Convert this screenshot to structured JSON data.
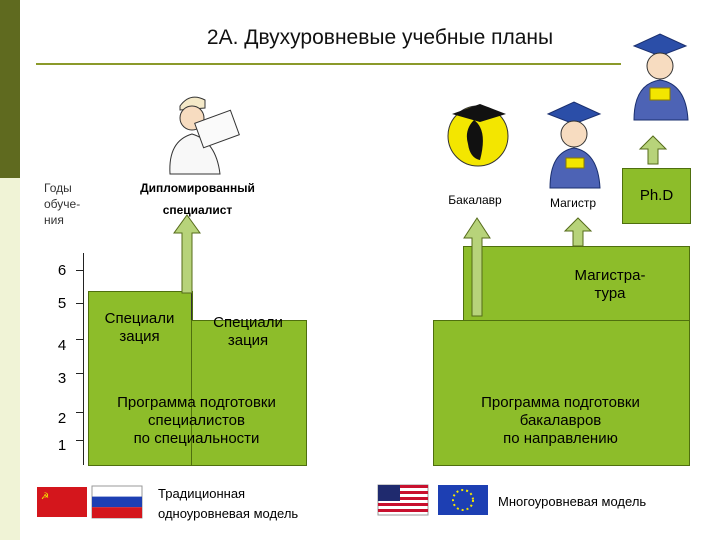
{
  "title": "2А. Двухуровневые учебные планы",
  "years_label_lines": [
    "Годы",
    "обуче-",
    "ния"
  ],
  "y_ticks": [
    "6",
    "5",
    "4",
    "3",
    "2",
    "1"
  ],
  "traditional": {
    "degree_line1": "Дипломированный",
    "degree_line2": "специалист",
    "spec_left_lines": [
      "Специали",
      "зация"
    ],
    "spec_right_lines": [
      "Специали",
      "зация"
    ],
    "program_lines": [
      "Программа подготовки",
      "специалистов",
      "по специальности"
    ],
    "legend_lines": [
      "Традиционная",
      "одноуровневая модель"
    ]
  },
  "multilevel": {
    "bachelor_label": "Бакалавр",
    "master_label": "Магистр",
    "phd_label": "Ph.D",
    "master_box_lines": [
      "Магистра-",
      "тура"
    ],
    "program_lines": [
      "Программа подготовки",
      "бакалавров",
      "по направлению"
    ],
    "legend": "Многоуровневая модель"
  },
  "colors": {
    "box_green": "#8dbd2a",
    "arrow_green": "#b7d37a",
    "rule": "#8b9a2a"
  }
}
